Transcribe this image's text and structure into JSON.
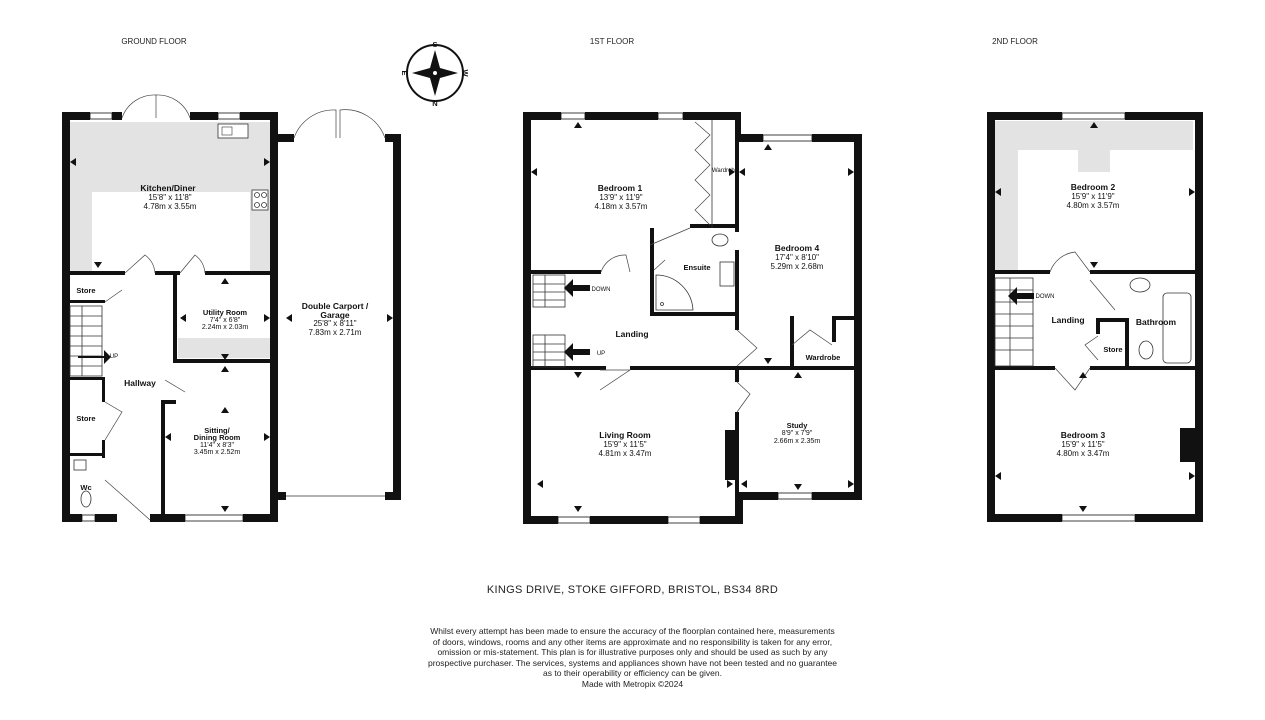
{
  "floors": {
    "ground": {
      "title": "GROUND FLOOR",
      "rooms": {
        "kitchen": {
          "name": "Kitchen/Diner",
          "dim_imperial": "15'8\"  x 11'8\"",
          "dim_metric": "4.78m  x 3.55m"
        },
        "store_top": {
          "name": "Store"
        },
        "utility": {
          "name": "Utility Room",
          "dim_imperial": "7'4\"  x 6'8\"",
          "dim_metric": "2.24m  x 2.03m"
        },
        "garage": {
          "name_line1": "Double Carport /",
          "name_line2": "Garage",
          "dim_imperial": "25'8\"  x 8'11\"",
          "dim_metric": "7.83m  x 2.71m"
        },
        "hallway": {
          "name": "Hallway"
        },
        "store_mid": {
          "name": "Store"
        },
        "sitting": {
          "name_line1": "Sitting/",
          "name_line2": "Dining Room",
          "dim_imperial": "11'4\"  x 8'3\"",
          "dim_metric": "3.45m  x 2.52m"
        },
        "wc": {
          "name": "Wc"
        },
        "stair_label": "UP"
      }
    },
    "first": {
      "title": "1ST FLOOR",
      "rooms": {
        "bed1": {
          "name": "Bedroom 1",
          "dim_imperial": "13'9\"  x 11'9\"",
          "dim_metric": "4.18m  x 3.57m"
        },
        "wardrobe_top": {
          "name": "Wardrobe"
        },
        "bed4": {
          "name": "Bedroom 4",
          "dim_imperial": "17'4\"  x 8'10\"",
          "dim_metric": "5.29m  x 2.68m"
        },
        "ensuite": {
          "name": "Ensuite"
        },
        "landing": {
          "name": "Landing"
        },
        "wardrobe_bottom": {
          "name": "Wardrobe"
        },
        "living": {
          "name": "Living Room",
          "dim_imperial": "15'9\"  x 11'5\"",
          "dim_metric": "4.81m  x 3.47m"
        },
        "study": {
          "name": "Study",
          "dim_imperial": "8'9\"  x 7'9\"",
          "dim_metric": "2.66m  x 2.35m"
        },
        "stair_down": "DOWN",
        "stair_up": "UP"
      }
    },
    "second": {
      "title": "2ND FLOOR",
      "rooms": {
        "bed2": {
          "name": "Bedroom 2",
          "dim_imperial": "15'9\"  x 11'9\"",
          "dim_metric": "4.80m  x 3.57m"
        },
        "landing": {
          "name": "Landing"
        },
        "bathroom": {
          "name": "Bathroom"
        },
        "store": {
          "name": "Store"
        },
        "bed3": {
          "name": "Bedroom 3",
          "dim_imperial": "15'9\"  x 11'5\"",
          "dim_metric": "4.80m  x 3.47m"
        },
        "stair_down": "DOWN"
      }
    }
  },
  "compass": {
    "n": "N",
    "s": "S",
    "e": "E",
    "w": "W"
  },
  "address": "KINGS DRIVE, STOKE GIFFORD, BRISTOL, BS34 8RD",
  "disclaimer": [
    "Whilst every attempt has been made to ensure the accuracy of the floorplan contained here, measurements",
    "of doors, windows, rooms and any other items are approximate and no responsibility is taken for any error,",
    "omission or mis-statement. This plan is for illustrative purposes only and should be used as such by any",
    "prospective purchaser. The services, systems and appliances shown have not been tested and no guarantee",
    "as to their operability or efficiency can be given.",
    "Made with Metropix ©2024"
  ]
}
